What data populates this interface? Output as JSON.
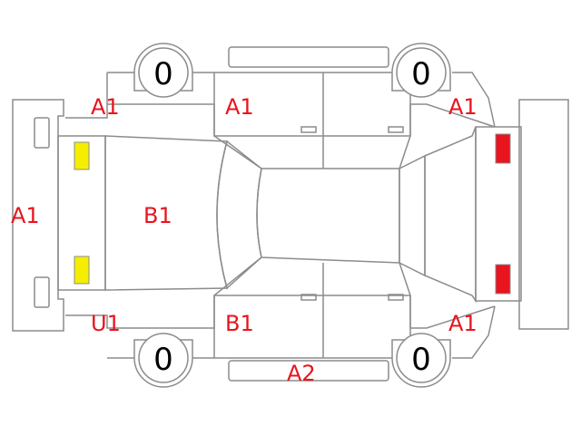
{
  "colors": {
    "outline": "#8c8c8c",
    "code_text": "#e8141e",
    "front_light": "#f5ee00",
    "rear_light": "#e8141e"
  },
  "tires": {
    "front_left": "0",
    "front_right": "0",
    "rear_left": "0",
    "rear_right": "0"
  },
  "codes": {
    "front_left_fender": "A1",
    "front_left_door": "A1",
    "rear_left_quarter": "A1",
    "front_bumper": "A1",
    "hood": "B1",
    "front_right_fender": "U1",
    "front_right_door": "B1",
    "rear_right_quarter": "A1",
    "right_rocker_panel": "A2"
  }
}
